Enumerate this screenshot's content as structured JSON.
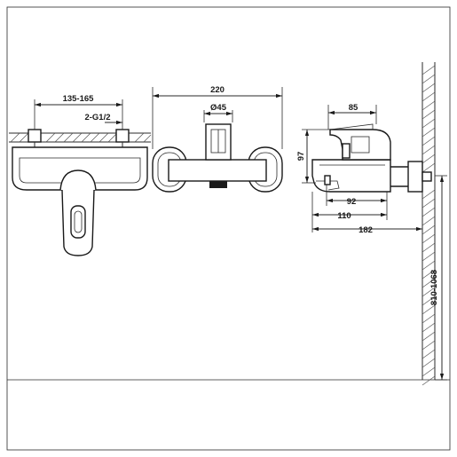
{
  "dimensions": {
    "front_spacing": "135-165",
    "front_thread": "2-G1/2",
    "top_width": "220",
    "top_diameter": "Ø45",
    "side_handle": "85",
    "side_height": "97",
    "side_spout_a": "92",
    "side_spout_b": "110",
    "side_depth": "182",
    "wall_height": "810-1068"
  }
}
